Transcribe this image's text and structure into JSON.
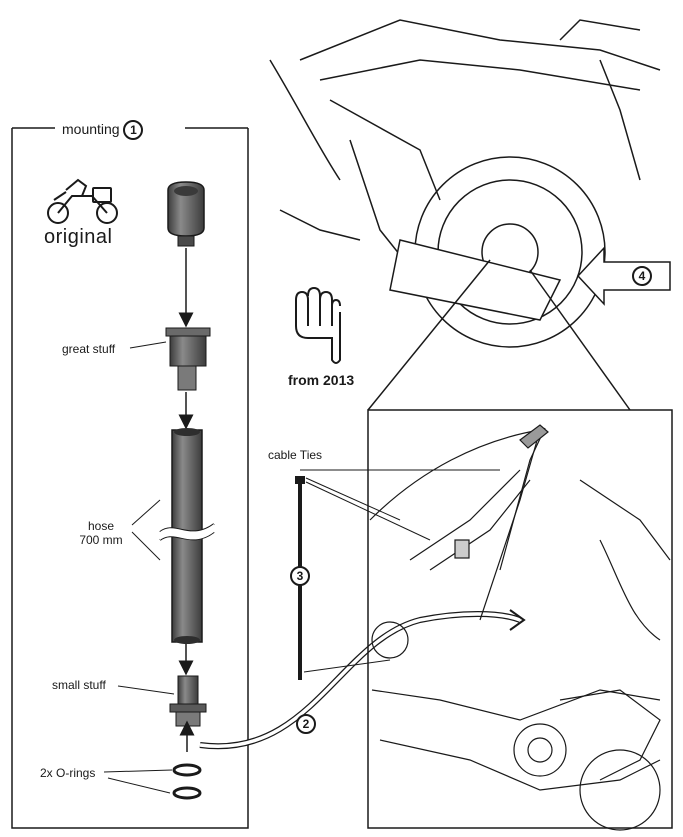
{
  "mounting_box": {
    "title": "mounting",
    "step": "1"
  },
  "original_label": "original",
  "parts": {
    "great_stuff": "great stuff",
    "hose_line1": "hose",
    "hose_line2": "700 mm",
    "small_stuff": "small stuff",
    "o_rings": "2x O-rings"
  },
  "cable_ties": {
    "label": "cable Ties",
    "step": "3"
  },
  "route_step": "2",
  "view_step": "4",
  "from_note": "from 2013",
  "icons": [
    "motorcycle-icon",
    "pointing-hand-icon"
  ],
  "colors": {
    "line": "#1a1a1a",
    "part_dark": "#5a5a5a",
    "part_mid": "#8a8a8a"
  }
}
